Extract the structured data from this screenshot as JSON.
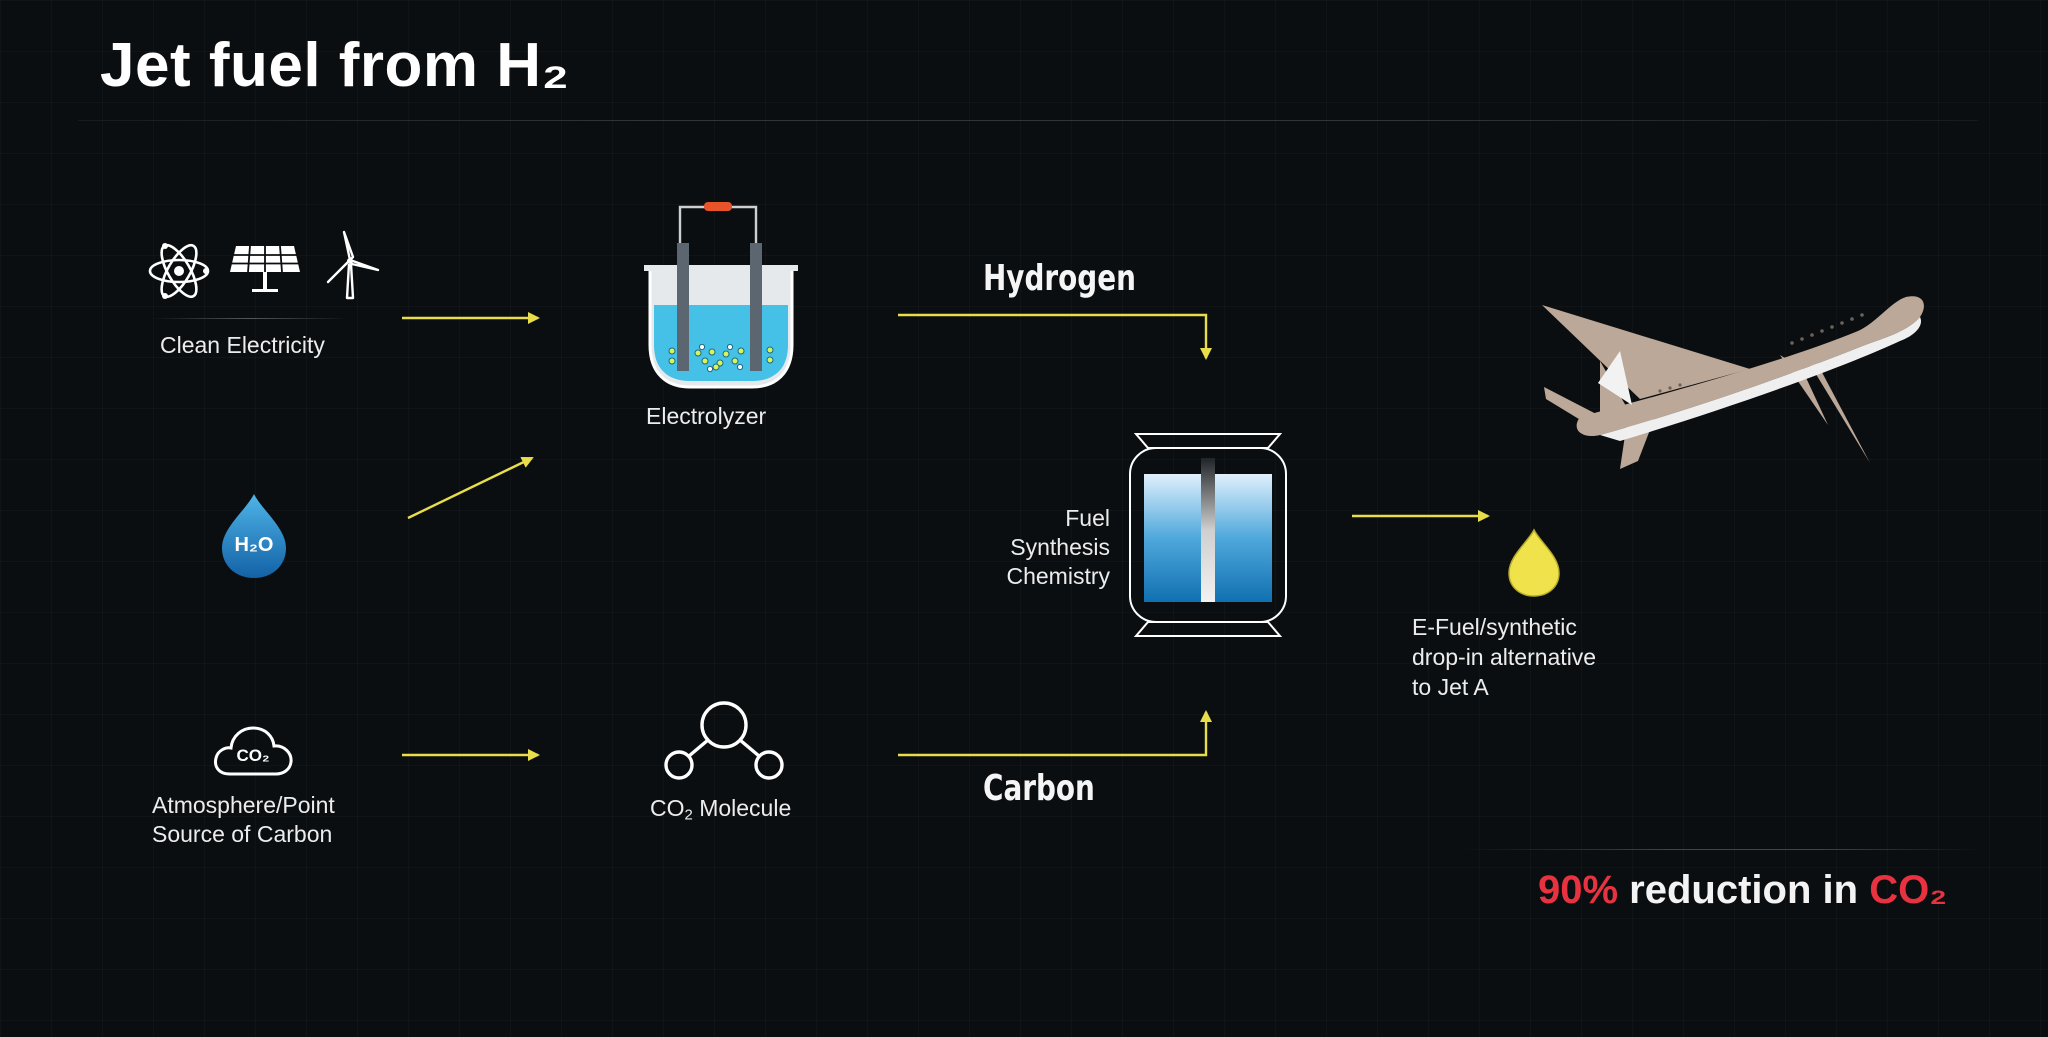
{
  "title": "Jet fuel from H₂",
  "icons": {
    "nuclear": "atom-icon",
    "solar": "solar-panel-icon",
    "wind": "wind-turbine-icon",
    "water": "water-drop-icon",
    "cloud": "co2-cloud-icon",
    "electrolyzer": "electrolyzer-beaker-icon",
    "molecule": "co2-molecule-icon",
    "reactor": "fuel-synthesis-reactor-icon",
    "fuel_drop": "fuel-drop-icon",
    "airplane": "airplane-icon"
  },
  "nodes": {
    "clean_electricity": "Clean Electricity",
    "h2o_drop_text": "H₂O",
    "atmosphere_line1": "Atmosphere/Point",
    "atmosphere_line2": "Source of Carbon",
    "electrolyzer": "Electrolyzer",
    "co2_molecule_prefix": "CO",
    "co2_molecule_sub": "2",
    "co2_molecule_suffix": " Molecule",
    "cloud_text": "CO₂",
    "hydrogen": "Hydrogen",
    "carbon": "Carbon",
    "fuel_line1": "Fuel",
    "fuel_line2": "Synthesis",
    "fuel_line3": "Chemistry",
    "efuel_line1": "E-Fuel/synthetic",
    "efuel_line2": "drop-in alternative",
    "efuel_line3": "to Jet A"
  },
  "footer": {
    "percent": "90%",
    "middle": " reduction in ",
    "co2": "CO₂"
  },
  "colors": {
    "background": "#0b0e11",
    "arrow": "#e8dd4a",
    "accent_red": "#e8323f",
    "water_blue": "#2b8fd0",
    "fuel_yellow": "#f0e24a",
    "plane": "#bca898"
  }
}
